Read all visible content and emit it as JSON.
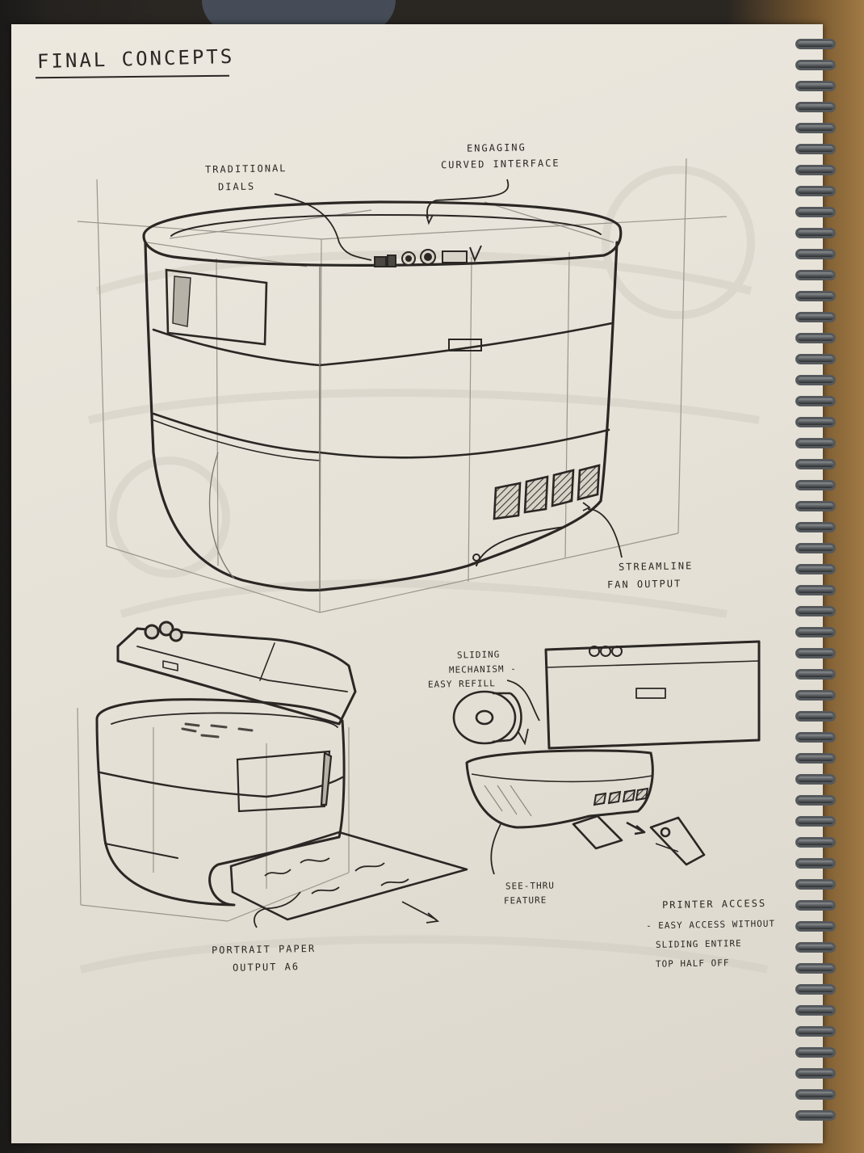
{
  "page": {
    "title": "Final Concepts"
  },
  "annotations": {
    "traditional_dials": [
      "Traditional",
      "Dials"
    ],
    "curved_interface": [
      "Engaging",
      "Curved interface"
    ],
    "fan_output": [
      "Streamline",
      "Fan output"
    ],
    "sliding_mechanism": [
      "Sliding",
      "Mechanism -",
      "Easy refill"
    ],
    "see_thru": [
      "See-thru",
      "feature"
    ],
    "paper_output": [
      "Portrait paper",
      "output A6"
    ],
    "printer_access": [
      "Printer Access",
      "- Easy access without",
      "sliding entire",
      "top half off"
    ]
  },
  "colors": {
    "ink": "#2a2724",
    "pencil": "#9a958c",
    "paper": "#e8e4da",
    "shade": "#6b665e",
    "coil": "#8b8f92"
  },
  "icons": {
    "spiral": "spiral-binding-icon"
  }
}
